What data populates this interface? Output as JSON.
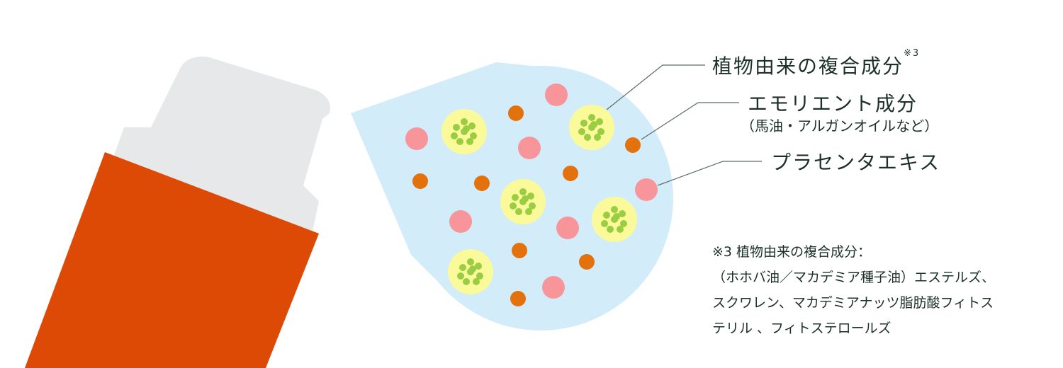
{
  "labels": {
    "plant": "植物由来の複合成分",
    "plant_mark": "※3",
    "emollient": "エモリエント成分",
    "emollient_sub": "（馬油・アルガンオイルなど）",
    "placenta": "プラセンタエキス"
  },
  "note": {
    "line1": "※3 植物由来の複合成分：",
    "line2": "（ホホバ油／マカデミア種子油）エステルズ、",
    "line3": "スクワレン、マカデミアナッツ脂肪酸フィトス",
    "line4": "テリル 、フィトステロールズ"
  },
  "colors": {
    "bottle": "#dc4a06",
    "cap": "#e6e8e9",
    "drop": "#d2ecfa",
    "pink": "#f7959b",
    "orange": "#e3720d",
    "yellow": "#fafa9b",
    "green": "#9acd41",
    "text": "#1c3028"
  }
}
